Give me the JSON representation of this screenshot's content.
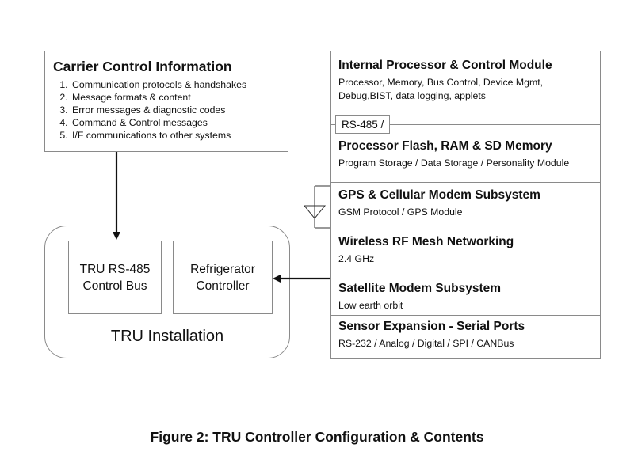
{
  "carrier": {
    "title": "Carrier Control Information",
    "items": [
      "Communication protocols & handshakes",
      "Message formats & content",
      "Error messages & diagnostic codes",
      "Command & Control messages",
      "I/F communications to other systems"
    ]
  },
  "installation": {
    "label": "TRU Installation",
    "bus": {
      "line1": "TRU RS-485",
      "line2": "Control Bus"
    },
    "controller": {
      "line1": "Refrigerator",
      "line2": "Controller"
    }
  },
  "modules": {
    "internal": {
      "title": "Internal Processor & Control Module",
      "line1": "Processor, Memory, Bus Control, Device Mgmt,",
      "line2": "Debug,BIST, data logging, applets"
    },
    "rs485": "RS-485 /",
    "flash": {
      "title": "Processor Flash, RAM & SD Memory",
      "sub": "Program Storage / Data Storage / Personality Module"
    },
    "gps": {
      "title": "GPS & Cellular Modem Subsystem",
      "sub": "GSM Protocol / GPS Module"
    },
    "mesh": {
      "title": "Wireless RF Mesh Networking",
      "sub": "2.4 GHz"
    },
    "satellite": {
      "title": "Satellite Modem Subsystem",
      "sub": "Low earth orbit"
    },
    "sensor": {
      "title": "Sensor Expansion - Serial Ports",
      "sub": "RS-232 / Analog / Digital / SPI / CANBus"
    }
  },
  "caption": "Figure 2:  TRU Controller Configuration & Contents"
}
